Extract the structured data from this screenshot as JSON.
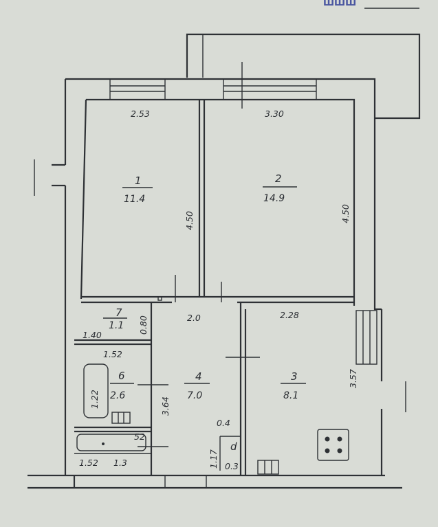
{
  "header_fragment": "ШШШ",
  "rooms": [
    {
      "number": "1",
      "area": "11.4"
    },
    {
      "number": "2",
      "area": "14.9"
    },
    {
      "number": "3",
      "area": "8.1"
    },
    {
      "number": "4",
      "area": "7.0"
    },
    {
      "number": "6",
      "area": "2.6"
    },
    {
      "number": "7",
      "area": "1.1"
    },
    {
      "number": "d",
      "area": ""
    }
  ],
  "dimensions": {
    "room1_width": "2.53",
    "room2_width": "3.30",
    "room1_height": "4.50",
    "room2_height": "4.50",
    "hall_width": "2.0",
    "room3_width": "2.28",
    "room3_height": "3.57",
    "room7_width": "1.40",
    "room7_height": "0.80",
    "room6_width": "1.52",
    "room6_height": "1.22",
    "hall_height": "3.64",
    "bath_width": "1.52",
    "bath_depth": "1.3",
    "bath_side": "52",
    "closet_width": "0.4",
    "closet_height": "1.17",
    "closet_depth": "0.3"
  }
}
